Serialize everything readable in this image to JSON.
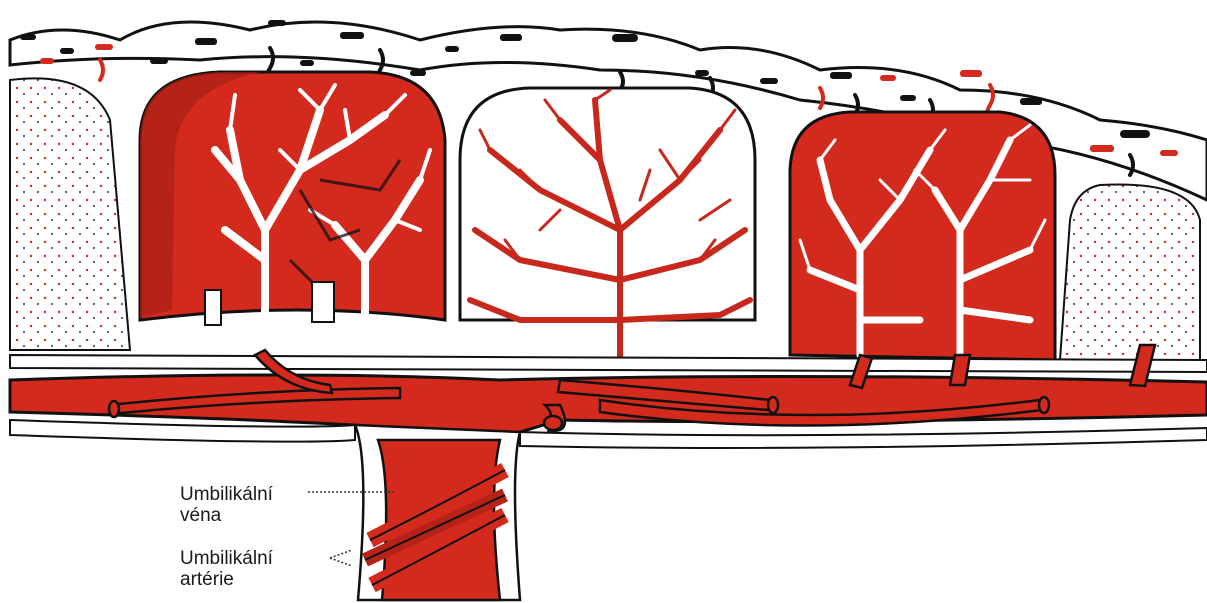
{
  "labels": {
    "umbilical_vein": {
      "line1": "Umbilikální",
      "line2": "véna"
    },
    "umbilical_arteries": {
      "line1": "Umbilikální",
      "line2": "artérie"
    }
  },
  "colors": {
    "blood_red": "#d42a1e",
    "outline": "#111111",
    "background": "#ffffff"
  }
}
